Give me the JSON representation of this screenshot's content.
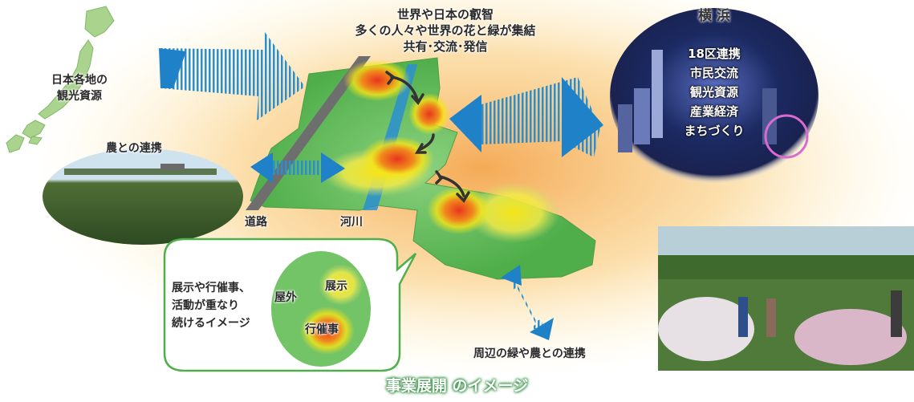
{
  "top_heading": {
    "line1": "世界や日本の叡智",
    "line2": "多くの人々や世界の花と緑が集結",
    "line3": "共有･交流･発信"
  },
  "japan_label": {
    "line1": "日本各地の",
    "line2": "観光資源"
  },
  "farm_label": "農との連携",
  "yokohama": {
    "title": "横 浜",
    "items": [
      "18区連携",
      "市民交流",
      "観光資源",
      "産業経済",
      "まちづくり"
    ]
  },
  "road_label": "道路",
  "river_label": "河川",
  "bubble": {
    "line1": "展示や行催事、",
    "line2": "活動が重なり",
    "line3": "続けるイメージ",
    "outdoor": "屋外",
    "exhibit": "展示",
    "event": "行催事"
  },
  "surrounding_label": "周辺の緑や農との連携",
  "footer_title": "事業展開 のイメージ",
  "colors": {
    "green": "#5cb85c",
    "hotspot_red": "#e8351e",
    "hotspot_yellow": "#f5e418",
    "arrow_blue": "#1f82c8"
  }
}
